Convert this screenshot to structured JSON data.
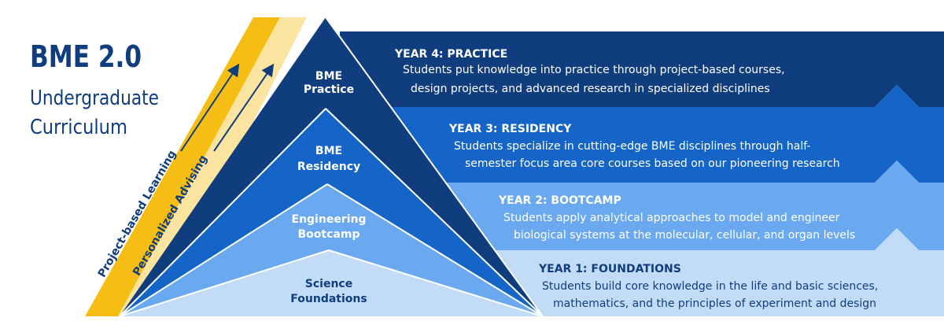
{
  "title": {
    "main": "BME 2.0",
    "line1": "Undergraduate",
    "line2": "Curriculum"
  },
  "side_arrows": [
    {
      "label": "Project-based Learning"
    },
    {
      "label": "Personalized Advising"
    }
  ],
  "levels": [
    {
      "line1": "BME",
      "line2": "Practice"
    },
    {
      "line1": "BME",
      "line2": "Residency"
    },
    {
      "line1": "Engineering",
      "line2": "Bootcamp"
    },
    {
      "line1": "Science",
      "line2": "Foundations"
    }
  ],
  "years": [
    {
      "heading": "YEAR 4: PRACTICE",
      "line1": "Students put knowledge into practice through project-based courses,",
      "line2": "design projects, and advanced research in specialized disciplines"
    },
    {
      "heading": "YEAR 3: RESIDENCY",
      "line1": "Students specialize in cutting-edge BME disciplines through half-",
      "line2": "semester focus area core courses based on our pioneering research"
    },
    {
      "heading": "YEAR 2: BOOTCAMP",
      "line1": "Students apply analytical approaches to model and engineer",
      "line2": "biological systems at the molecular, cellular, and organ levels"
    },
    {
      "heading": "YEAR 1: FOUNDATIONS",
      "line1": "Students build core knowledge in the life and basic sciences,",
      "line2": "mathematics, and the principles of experiment and design"
    }
  ],
  "colors": {
    "year4": "#103d7e",
    "year3": "#1465c7",
    "year2": "#6aa9ef",
    "year1": "#c2dcf7",
    "gold": "#f6be14",
    "pale_gold": "#fbe3a0",
    "title": "#103d7e"
  }
}
